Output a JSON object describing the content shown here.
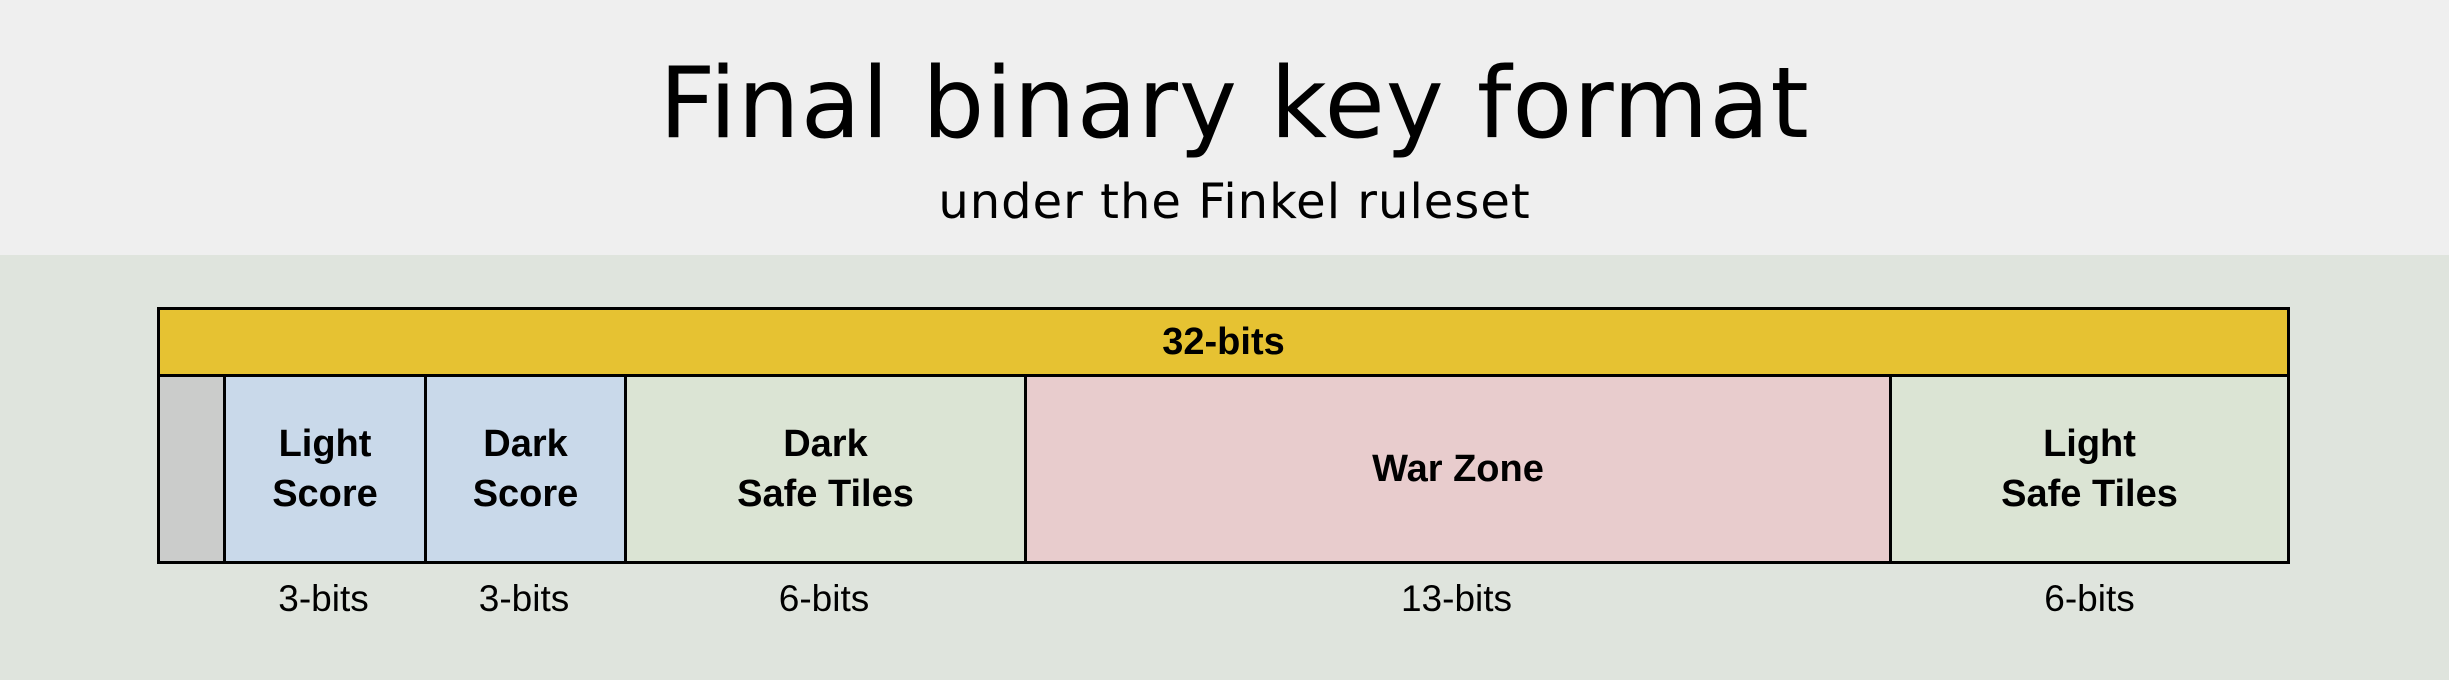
{
  "header": {
    "title": "Final binary key format",
    "subtitle": "under the Finkel ruleset"
  },
  "diagram": {
    "total_label": "32-bits",
    "total_color": "#e6c232",
    "fields": [
      {
        "name": "reserved",
        "label": "",
        "bits": "",
        "color": "#cbcccb"
      },
      {
        "name": "light-score",
        "label": "Light\nScore",
        "bits": "3-bits",
        "color": "#c9d9ea"
      },
      {
        "name": "dark-score",
        "label": "Dark\nScore",
        "bits": "3-bits",
        "color": "#c9d9ea"
      },
      {
        "name": "dark-safe-tiles",
        "label": "Dark\nSafe Tiles",
        "bits": "6-bits",
        "color": "#dbe4d4"
      },
      {
        "name": "war-zone",
        "label": "War Zone",
        "bits": "13-bits",
        "color": "#e8cccd"
      },
      {
        "name": "light-safe-tiles",
        "label": "Light\nSafe Tiles",
        "bits": "6-bits",
        "color": "#dbe4d4"
      }
    ]
  },
  "colors": {
    "header_bg": "#efefef",
    "body_bg": "#dfe4dd",
    "border": "#000000"
  }
}
